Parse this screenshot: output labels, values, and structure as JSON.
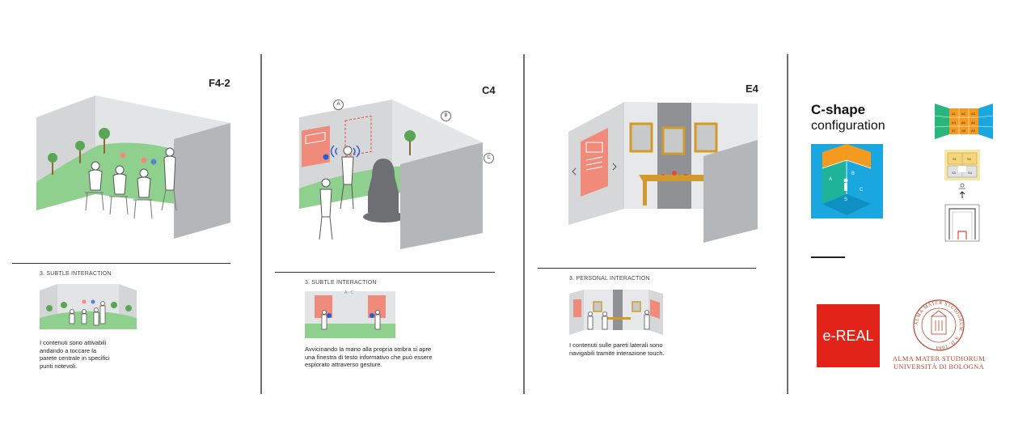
{
  "panels": [
    {
      "code": "F4-2",
      "section": "3. SUBTLE INTERACTION",
      "caption": [
        "I contenuti sono attivabili",
        "andando a toccare la",
        "parete centrale in specifici",
        "punti notevoli."
      ]
    },
    {
      "code": "C4",
      "markers": [
        "A",
        "B",
        "C"
      ],
      "thumb_label": "A - C",
      "section": "3. SUBTLE INTERACTION",
      "caption": [
        "Avvicinando la mano alla propria ombra si apre",
        "una finestra di testo informativo che può essere",
        "esplorato attraverso gesture."
      ]
    },
    {
      "code": "E4",
      "section": "3. PERSONAL INTERACTION",
      "caption": [
        "I contenuti sulle pareti laterali sono",
        "navigabili tramite interazione touch."
      ]
    }
  ],
  "sidebar": {
    "title_bold": "C-shape",
    "title_regular": "configuration",
    "cube_labels": [
      "A",
      "B",
      "C",
      "S"
    ],
    "grid_cells": [
      "A1",
      "A2",
      "A3",
      "A4",
      "A5",
      "A6",
      "A7",
      "A8",
      "A9"
    ],
    "screen_labels": [
      "S1",
      "S2",
      "S3",
      "S4"
    ],
    "logo_ereal": "e-REAL",
    "seal_text": "ALMA MATER STUDIORUM · A.D. 1088",
    "alma_line1": "ALMA MATER STUDIORUM",
    "alma_line2": "UNIVERSITÀ DI BOLOGNA"
  },
  "colors": {
    "wall": "#cfd0d2",
    "wall_dark": "#a9abae",
    "grass": "#8fd08f",
    "tree_trunk": "#8a6a3b",
    "tree_top": "#5aa655",
    "screen_red": "#f08a7a",
    "ereal_red": "#e2231a",
    "alma_red": "#b5472e",
    "cube_blue": "#1aa6df",
    "cube_teal": "#1fb49a",
    "cube_orange": "#f39a1f"
  }
}
